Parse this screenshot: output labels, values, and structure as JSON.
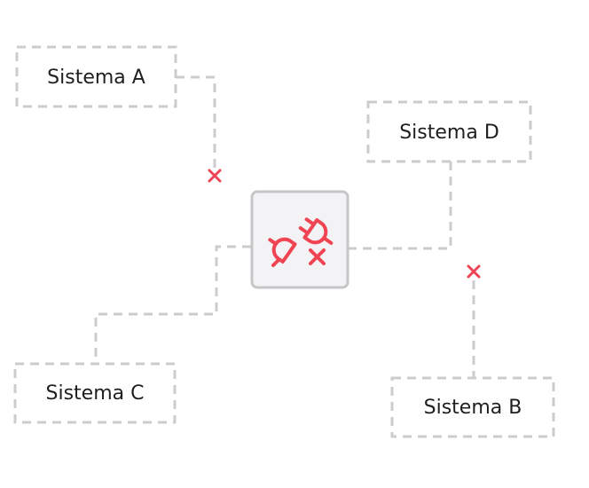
{
  "nodes": {
    "a": {
      "label": "Sistema A"
    },
    "b": {
      "label": "Sistema B"
    },
    "c": {
      "label": "Sistema C"
    },
    "d": {
      "label": "Sistema D"
    }
  },
  "hub": {
    "icon": "disconnected-plug-icon"
  },
  "break_icon": "close-icon",
  "colors": {
    "accent": "#f04452",
    "dash": "#cccccc",
    "hub_fill": "#f3f3f5",
    "text": "#1f1f1f"
  }
}
